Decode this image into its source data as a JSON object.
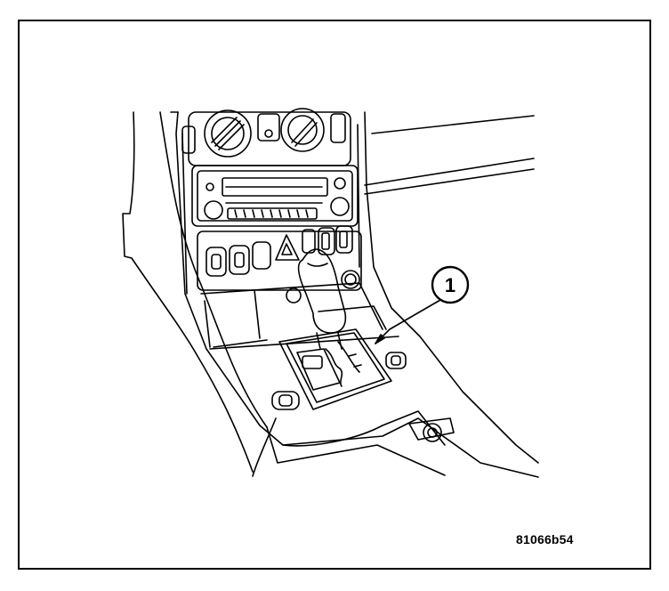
{
  "figure": {
    "callout_label": "1",
    "figure_id": "81066b54",
    "depicts": "center-console-gear-shifter",
    "icons": [
      "hazard-icon",
      "gear-shift-icon"
    ]
  }
}
